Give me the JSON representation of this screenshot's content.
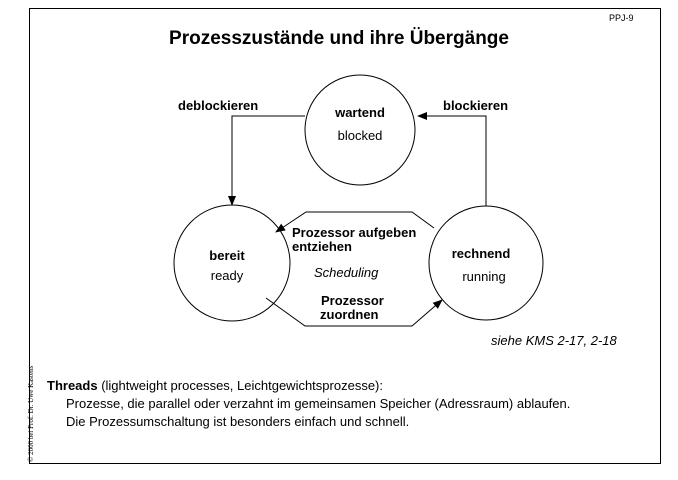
{
  "page_id": "PPJ-9",
  "title": "Prozesszustände und ihre Übergänge",
  "copyright": "© 2000 bei Prof. Dr. Uwe Kastens",
  "states": {
    "waiting": {
      "name": "wartend",
      "english": "blocked"
    },
    "ready": {
      "name": "bereit",
      "english": "ready"
    },
    "running": {
      "name": "rechnend",
      "english": "running"
    }
  },
  "transitions": {
    "unblock": "deblockieren",
    "block": "blockieren",
    "preempt_line1": "Prozessor aufgeben",
    "preempt_line2": "entziehen",
    "scheduling": "Scheduling",
    "dispatch_line1": "Prozessor",
    "dispatch_line2": "zuordnen"
  },
  "reference": "siehe KMS 2-17, 2-18",
  "threads": {
    "term": "Threads",
    "definition": " (lightweight processes, Leichtgewichtsprozesse):",
    "line1": "Prozesse, die parallel oder verzahnt im gemeinsamen Speicher (Adressraum) ablaufen.",
    "line2": "Die Prozessumschaltung ist besonders einfach und schnell."
  }
}
